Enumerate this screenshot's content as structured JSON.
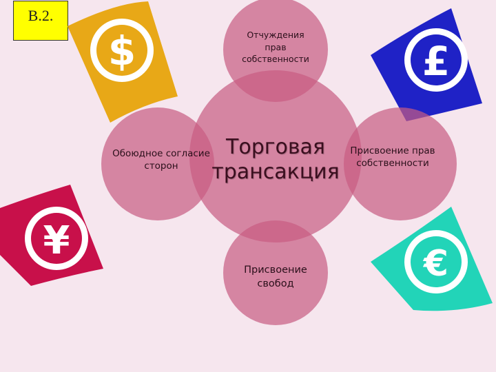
{
  "slide_label": "В.2.",
  "diagram": {
    "center": {
      "text": "Торговая трансакция"
    },
    "top": {
      "text": "Отчуждения прав собственности"
    },
    "left": {
      "text": "Обоюдное согласие сторон"
    },
    "right": {
      "text": "Присвоение прав собственности"
    },
    "bottom": {
      "text": "Присвоение свобод"
    }
  },
  "currency_icons": [
    {
      "name": "dollar-icon",
      "color": "#e8a817"
    },
    {
      "name": "pound-icon",
      "color": "#1f22c6"
    },
    {
      "name": "yen-icon",
      "color": "#c8104a"
    },
    {
      "name": "euro-icon",
      "color": "#22d4b8"
    }
  ],
  "colors": {
    "background": "#f6e6ee",
    "circle_fill": "#c85b82",
    "label_bg": "#ffff00"
  }
}
